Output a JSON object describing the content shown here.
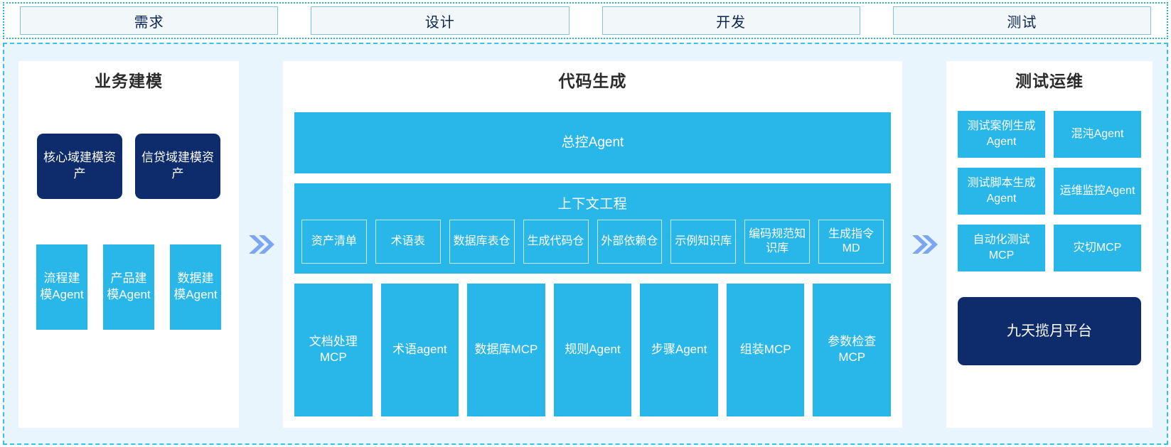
{
  "stages": [
    {
      "label": "需求"
    },
    {
      "label": "设计"
    },
    {
      "label": "开发"
    },
    {
      "label": "测试"
    }
  ],
  "colors": {
    "cyan": "#29b6e8",
    "navy": "#0e2b6b",
    "panel_bg": "#e9f5fd",
    "arrow": "#7da6ef",
    "stage_border": "#7ec4dd",
    "stage_fill": "#f2f7fa"
  },
  "panels": {
    "left": {
      "title": "业务建模",
      "assets": [
        {
          "label": "核心域建模资产"
        },
        {
          "label": "信贷域建模资产"
        }
      ],
      "agents": [
        {
          "label": "流程建模Agent"
        },
        {
          "label": "产品建模Agent"
        },
        {
          "label": "数据建模Agent"
        }
      ]
    },
    "center": {
      "title": "代码生成",
      "master_agent": "总控Agent",
      "context": {
        "title": "上下文工程",
        "items": [
          {
            "label": "资产清单"
          },
          {
            "label": "术语表"
          },
          {
            "label": "数据库表仓"
          },
          {
            "label": "生成代码仓"
          },
          {
            "label": "外部依赖仓"
          },
          {
            "label": "示例知识库"
          },
          {
            "label": "编码规范知识库"
          },
          {
            "label": "生成指令MD"
          }
        ]
      },
      "tools": [
        {
          "label": "文档处理MCP"
        },
        {
          "label": "术语agent"
        },
        {
          "label": "数据库MCP"
        },
        {
          "label": "规则Agent"
        },
        {
          "label": "步骤Agent"
        },
        {
          "label": "组装MCP"
        },
        {
          "label": "参数检查MCP"
        }
      ]
    },
    "right": {
      "title": "测试运维",
      "items": [
        {
          "label": "测试案例生成Agent"
        },
        {
          "label": "混沌Agent"
        },
        {
          "label": "测试脚本生成Agent"
        },
        {
          "label": "运维监控Agent"
        },
        {
          "label": "自动化测试MCP"
        },
        {
          "label": "灾切MCP"
        }
      ],
      "platform": "九天揽月平台"
    }
  },
  "arrows": [
    {
      "name": "double-chevron-right-icon"
    },
    {
      "name": "double-chevron-right-icon"
    }
  ]
}
